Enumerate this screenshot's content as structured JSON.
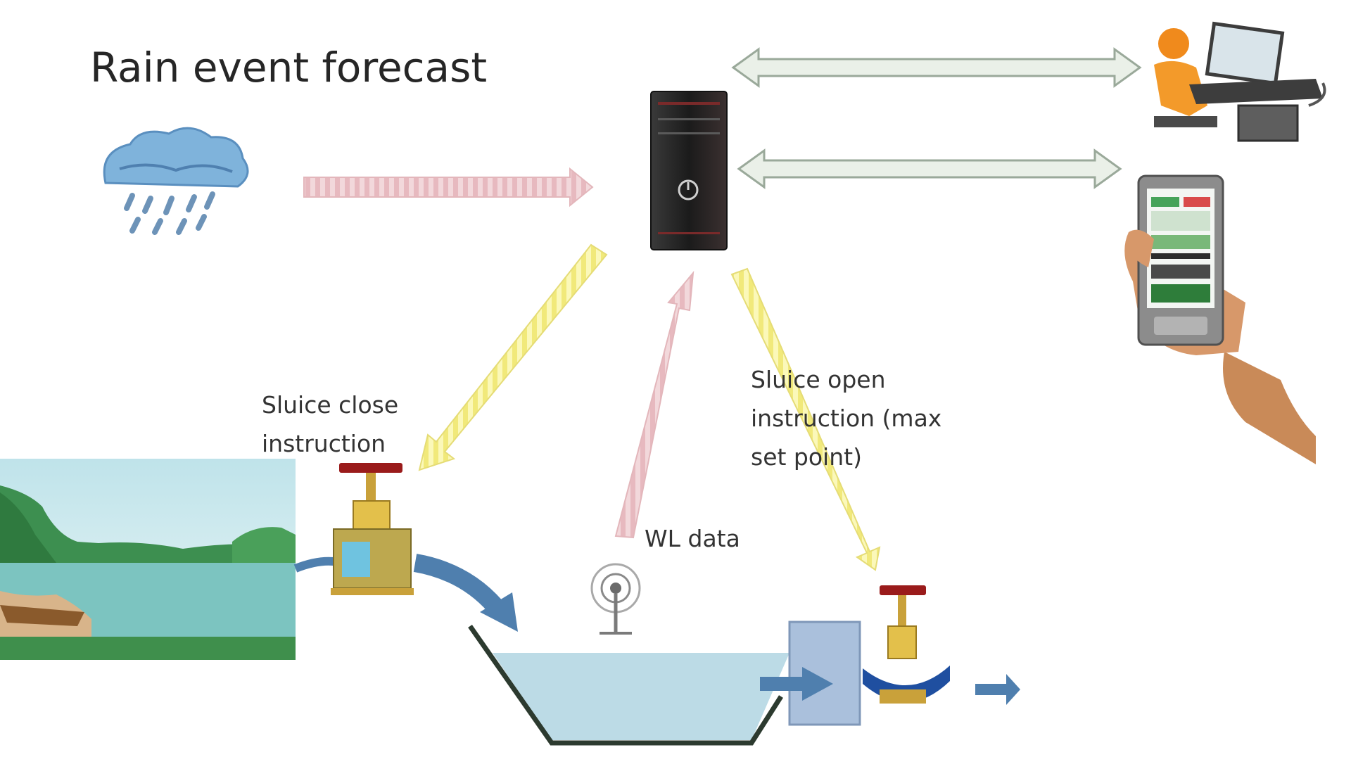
{
  "labels": {
    "title": "Rain event forecast",
    "sluice_close_line1": "Sluice close",
    "sluice_close_line2": "instruction",
    "sluice_open_line1": "Sluice open",
    "sluice_open_line2": "instruction (max",
    "sluice_open_line3": "set point)",
    "wl_data": "WL data"
  },
  "icons": [
    "rain-cloud-icon",
    "server-tower-icon",
    "operator-computer-icon",
    "smartphone-icon",
    "lake-landscape-icon",
    "sluice-valve-icon",
    "antenna-sensor-icon",
    "outlet-gate-icon"
  ],
  "colors": {
    "data_arrow": "#ecc8cc",
    "instruction_arrow": "#f8f39a",
    "link_arrow": "#e4ebe2",
    "water": "#bcdbe6",
    "flow_arrow": "#4f7fae",
    "valve_body": "#d9b13a"
  }
}
